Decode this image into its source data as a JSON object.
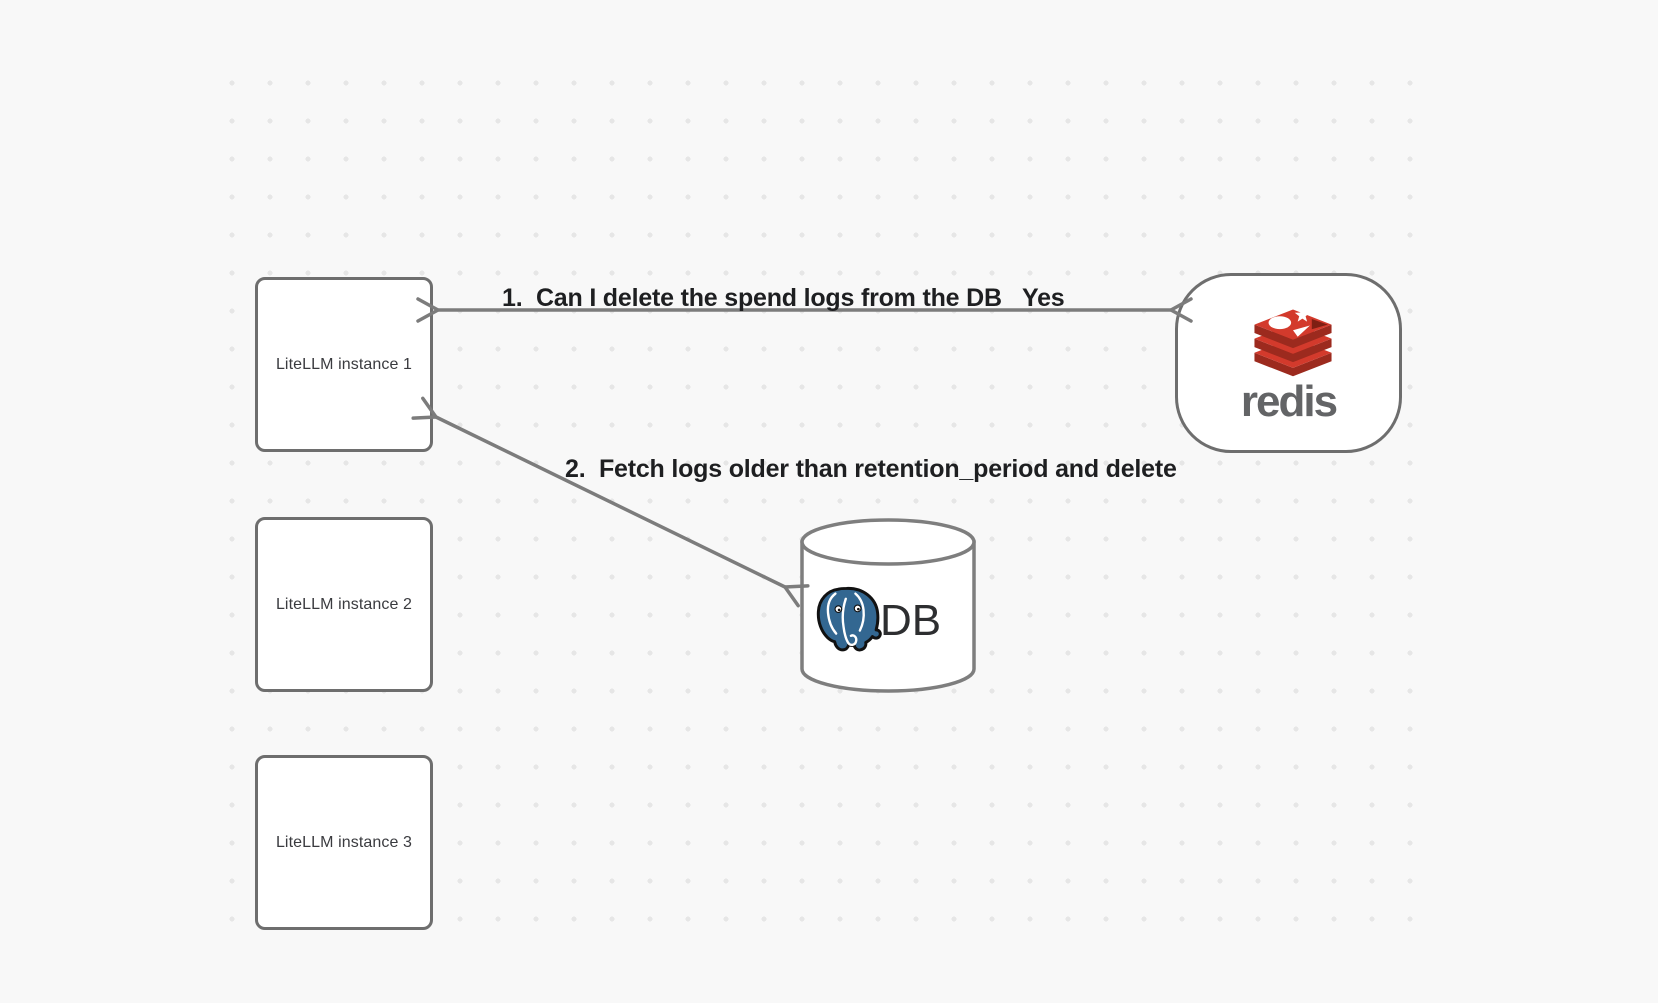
{
  "canvas": {
    "background": "#f8f8f8",
    "dot_color": "#e6e6e6",
    "shape_border_color": "#6e6e6e",
    "arrow_color": "#7c7c7c"
  },
  "nodes": {
    "instances": [
      {
        "label": "LiteLLM instance 1"
      },
      {
        "label": "LiteLLM instance 2"
      },
      {
        "label": "LiteLLM instance 3"
      }
    ],
    "redis": {
      "wordmark": "redis",
      "brand_red": "#d33a2c",
      "brand_red_dark": "#9c2a1e",
      "wordmark_color": "#636466"
    },
    "db": {
      "label": "DB",
      "postgres_blue": "#336791"
    }
  },
  "arrows": {
    "arrow1": {
      "label": "1.  Can I delete the spend logs from the DB",
      "response": "Yes"
    },
    "arrow2": {
      "label": "2.  Fetch logs older than retention_period and delete"
    }
  }
}
